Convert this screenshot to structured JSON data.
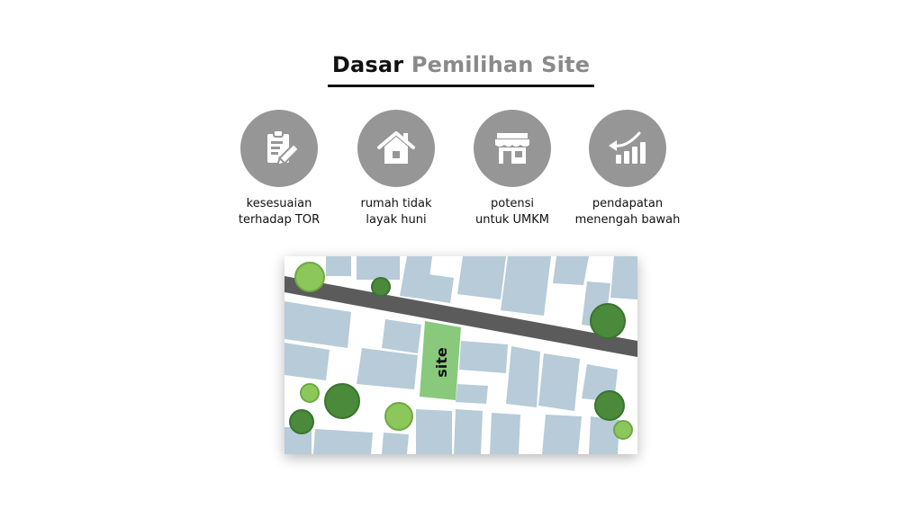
{
  "title": {
    "part1": "Dasar",
    "part2": "Pemilihan Site"
  },
  "colors": {
    "title_dark": "#111111",
    "title_grey": "#8a8a8a",
    "icon_circle": "#969696",
    "building": "#b7cbd8",
    "road": "#5b5b5b",
    "site": "#88c97c",
    "tree_dark": "#4a8a3a",
    "tree_light": "#8bc75a"
  },
  "criteria": [
    {
      "icon": "clipboard-pencil-icon",
      "line1": "kesesuaian",
      "line2": "terhadap TOR"
    },
    {
      "icon": "house-icon",
      "line1": "rumah tidak",
      "line2": "layak huni"
    },
    {
      "icon": "shop-icon",
      "line1": "potensi",
      "line2": "untuk UMKM"
    },
    {
      "icon": "income-chart-icon",
      "line1": "pendapatan",
      "line2": "menengah bawah"
    }
  ],
  "map": {
    "site_label": "site"
  }
}
